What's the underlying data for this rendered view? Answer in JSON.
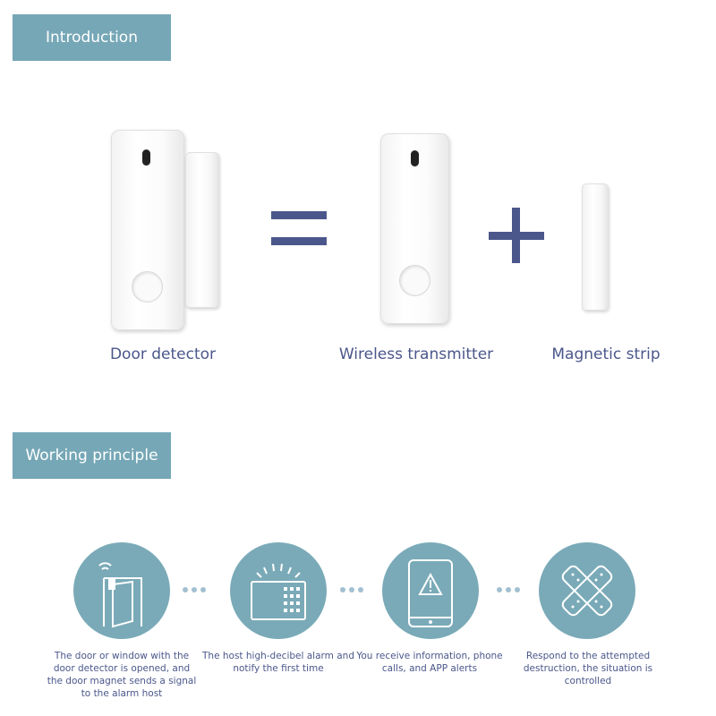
{
  "sections": {
    "introduction": "Introduction",
    "working_principle": "Working principle"
  },
  "products": {
    "door_detector": "Door detector",
    "wireless_transmitter": "Wireless transmitter",
    "magnetic_strip": "Magnetic strip"
  },
  "steps": [
    {
      "icon": "door-signal-icon",
      "text": "The door or window with the door detector is opened, and the door magnet sends a signal to the alarm host"
    },
    {
      "icon": "alarm-host-icon",
      "text": "The host high-decibel alarm and notify the first time"
    },
    {
      "icon": "phone-alert-icon",
      "text": "You receive information, phone calls, and APP alerts"
    },
    {
      "icon": "bandage-icon",
      "text": "Respond to the attempted destruction, the situation is controlled"
    }
  ],
  "colors": {
    "tag_background": "#76a7b6",
    "accent_navy": "#4b578b",
    "circle": "#7aaab8",
    "dots": "#a3bfd2"
  }
}
